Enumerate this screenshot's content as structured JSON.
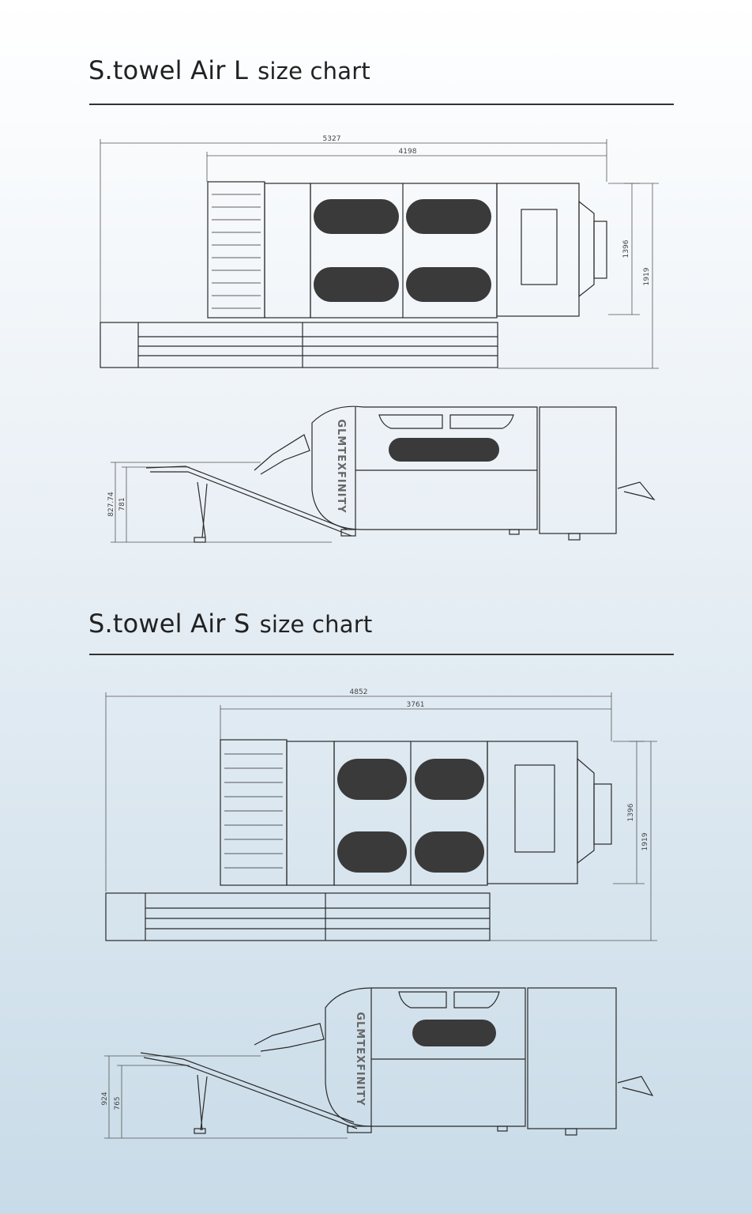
{
  "charts": [
    {
      "model": "S.towel Air L",
      "subtitle": "size chart",
      "dims": {
        "total_length": "5327",
        "body_length": "4198",
        "body_width": "1396",
        "total_width": "1919",
        "height_a": "827.74",
        "height_b": "781"
      },
      "brand": "GLMTEXFINITY"
    },
    {
      "model": "S.towel Air S",
      "subtitle": "size chart",
      "dims": {
        "total_length": "4852",
        "body_length": "3761",
        "body_width": "1396",
        "total_width": "1919",
        "height_a": "924",
        "height_b": "765"
      },
      "brand": "GLMTEXFINITY"
    }
  ],
  "colors": {
    "line": "#2a2a2a",
    "dim_line": "#555555",
    "vent": "#3a3a3a"
  }
}
